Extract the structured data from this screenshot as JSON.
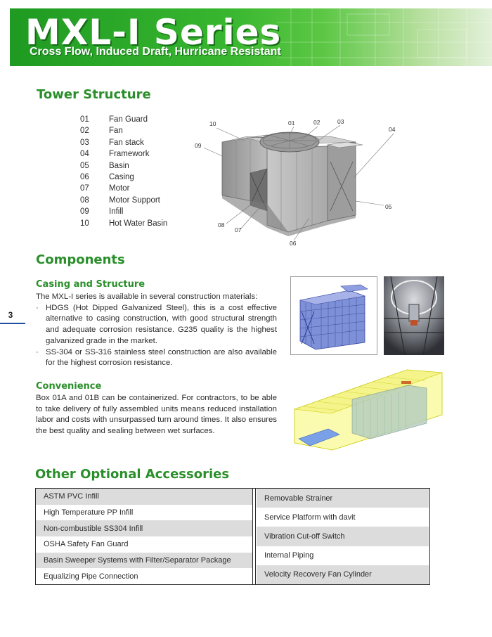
{
  "header": {
    "title": "MXL-I Series",
    "subtitle": "Cross Flow, Induced Draft, Hurricane Resistant"
  },
  "tower_structure": {
    "heading": "Tower Structure",
    "parts": [
      {
        "num": "01",
        "label": "Fan Guard"
      },
      {
        "num": "02",
        "label": "Fan"
      },
      {
        "num": "03",
        "label": "Fan stack"
      },
      {
        "num": "04",
        "label": "Framework"
      },
      {
        "num": "05",
        "label": "Basin"
      },
      {
        "num": "06",
        "label": "Casing"
      },
      {
        "num": "07",
        "label": "Motor"
      },
      {
        "num": "08",
        "label": "Motor Support"
      },
      {
        "num": "09",
        "label": "Infill"
      },
      {
        "num": "10",
        "label": "Hot Water Basin"
      }
    ],
    "callouts": [
      "10",
      "01",
      "02",
      "03",
      "04",
      "09",
      "05",
      "08",
      "07",
      "06"
    ]
  },
  "components": {
    "heading": "Components",
    "casing": {
      "heading": "Casing and Structure",
      "intro": "The MXL-I series is available in several construction materials:",
      "bullet_mark": "·",
      "bullets": [
        "HDGS (Hot Dipped Galvanized Steel), this is a cost effective alternative to casing construction, with good structural strength and adequate corrosion resistance. G235 quality is the highest galvanized grade in the market.",
        "SS-304 or SS-316 stainless steel construction are also available for the highest corrosion resistance."
      ]
    },
    "convenience": {
      "heading": "Convenience",
      "text": "Box 01A and 01B can be containerized.  For contractors, to be able to take delivery of fully assembled units means reduced installation labor and costs with unsurpassed turn around times. It also ensures the best quality and sealing between wet surfaces."
    }
  },
  "page_number": "3",
  "accessories": {
    "heading": "Other Optional Accessories",
    "left": [
      "ASTM PVC Infill",
      "High Temperature PP Infill",
      "Non-combustible SS304 Infill",
      "OSHA Safety Fan Guard",
      "Basin Sweeper Systems with Filter/Separator Package",
      "Equalizing Pipe Connection"
    ],
    "right": [
      "Removable Strainer",
      "Service Platform with davit",
      "Vibration Cut-off Switch",
      "Internal Piping",
      "Velocity Recovery Fan Cylinder"
    ]
  },
  "colors": {
    "heading_green": "#2a8f2a",
    "banner_green": "#2fa52a",
    "table_shade": "#dcdcdc"
  }
}
